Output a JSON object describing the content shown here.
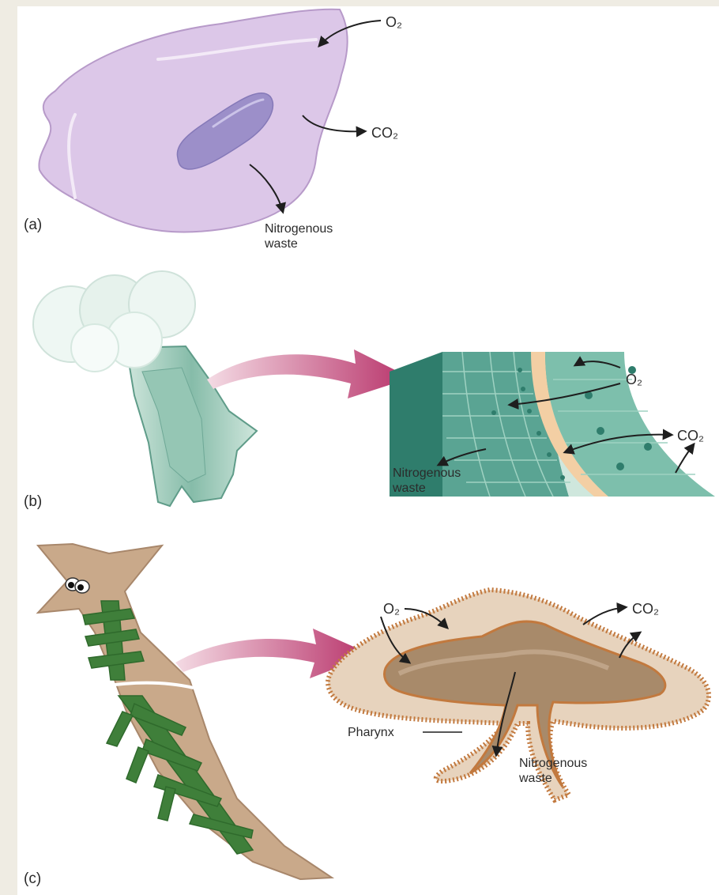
{
  "colors": {
    "page_border": "#efece3",
    "cell_purple": "#dcc7e8",
    "nucleus_purple": "#9c8fc9",
    "hydra_green": "#7fb8a6",
    "tissue_dark": "#2f7d6c",
    "membrane_tan": "#f3cfa4",
    "flatworm_tan": "#c9a98a",
    "gut_green": "#3f7f3a",
    "arrow_magenta": "#b8336a"
  },
  "panel_a": {
    "label": "(a)",
    "o2_label": "O₂",
    "co2_label": "CO₂",
    "waste_line1": "Nitrogenous",
    "waste_line2": "waste"
  },
  "panel_b": {
    "label": "(b)",
    "o2_label": "O₂",
    "co2_label": "CO₂",
    "waste_line1": "Nitrogenous",
    "waste_line2": "waste"
  },
  "panel_c": {
    "label": "(c)",
    "o2_label": "O₂",
    "co2_label": "CO₂",
    "pharynx_label": "Pharynx",
    "waste_line1": "Nitrogenous",
    "waste_line2": "waste"
  }
}
